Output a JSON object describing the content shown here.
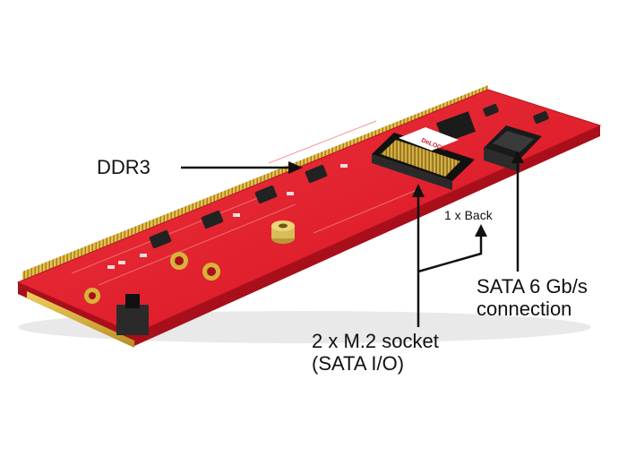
{
  "annotations": {
    "ddr3": "DDR3",
    "back": "1 x Back",
    "sata": {
      "line1": "SATA 6 Gb/s",
      "line2": "connection"
    },
    "m2": {
      "line1": "2 x M.2 socket",
      "line2": "(SATA I/O)"
    }
  },
  "board": {
    "brand_text": "DeLOCK",
    "colors": {
      "pcb": "#e0202c",
      "pcb_dark": "#a80f1b",
      "contacts": "#d8b23a",
      "connector": "#1b1b1b",
      "background": "#ffffff"
    }
  }
}
